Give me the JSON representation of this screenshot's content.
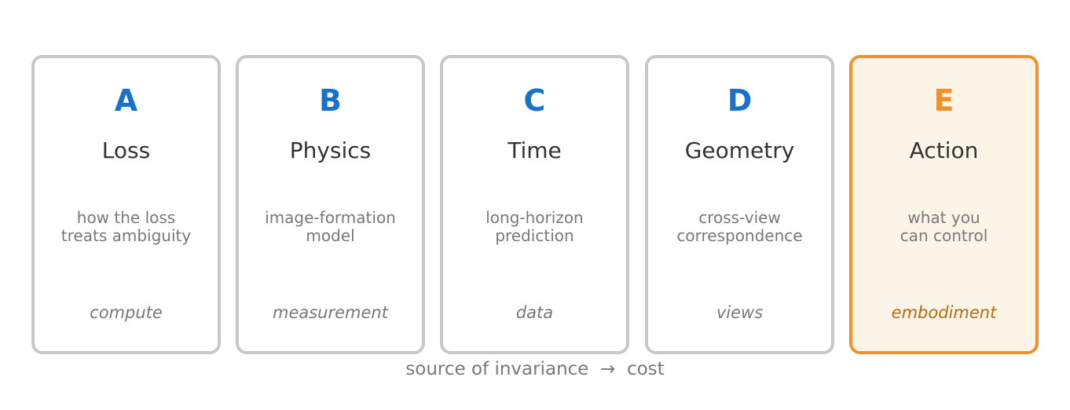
{
  "cards": [
    {
      "letter": "A",
      "title": "Loss",
      "description": "how the loss\ntreats ambiguity",
      "cost": "compute"
    },
    {
      "letter": "B",
      "title": "Physics",
      "description": "image-formation\nmodel",
      "cost": "measurement"
    },
    {
      "letter": "C",
      "title": "Time",
      "description": "long-horizon\nprediction",
      "cost": "data"
    },
    {
      "letter": "D",
      "title": "Geometry",
      "description": "cross-view\ncorrespondence",
      "cost": "views"
    },
    {
      "letter": "E",
      "title": "Action",
      "description": "what you\ncan control",
      "cost": "embodiment"
    }
  ],
  "highlighted_card": "E",
  "caption": "source of invariance  →  cost",
  "colors": {
    "letter_blue": "#1872cc",
    "highlight_orange": "#f0922b",
    "highlight_fill": "#fdf4e8",
    "highlight_cost_text": "#b86a08",
    "card_border": "#c8c8c8",
    "title_text": "#333333",
    "muted_text": "#787878"
  }
}
